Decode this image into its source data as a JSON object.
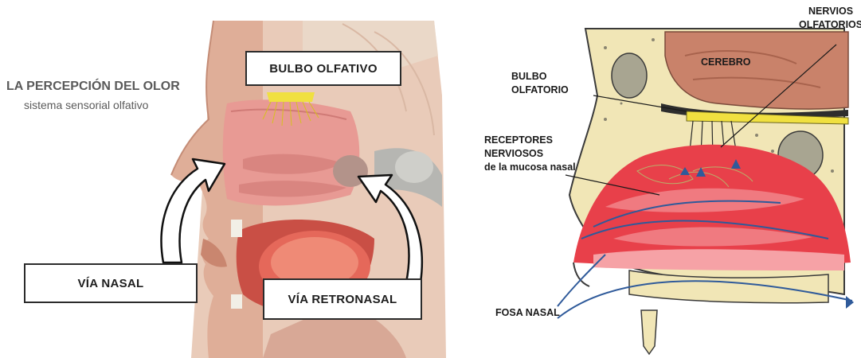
{
  "left_panel": {
    "title": "LA PERCEPCIÓN DEL OLOR",
    "subtitle": "sistema sensorial olfativo",
    "labels": {
      "bulbo": "BULBO OLFATIVO",
      "via_nasal": "VÍA NASAL",
      "via_retronasal": "VÍA RETRONASAL"
    }
  },
  "right_panel": {
    "nervios": [
      "NERVIOS",
      "OLFATORIOS"
    ],
    "cerebro": "CEREBRO",
    "bulbo": [
      "BULBO",
      "OLFATORIO"
    ],
    "receptores": [
      "RECEPTORES",
      "NERVIOSOS",
      "de la mucosa nasal"
    ],
    "fosa": "FOSA NASAL"
  },
  "colors": {
    "skin": "#e3b9a4",
    "cavity": "#e89a94",
    "bulb_yellow": "#f0e040",
    "bone": "#f1e6b6",
    "brain": "#c9826a",
    "mucosa_red": "#e8404a",
    "airflow_blue": "#2f5a9a"
  }
}
